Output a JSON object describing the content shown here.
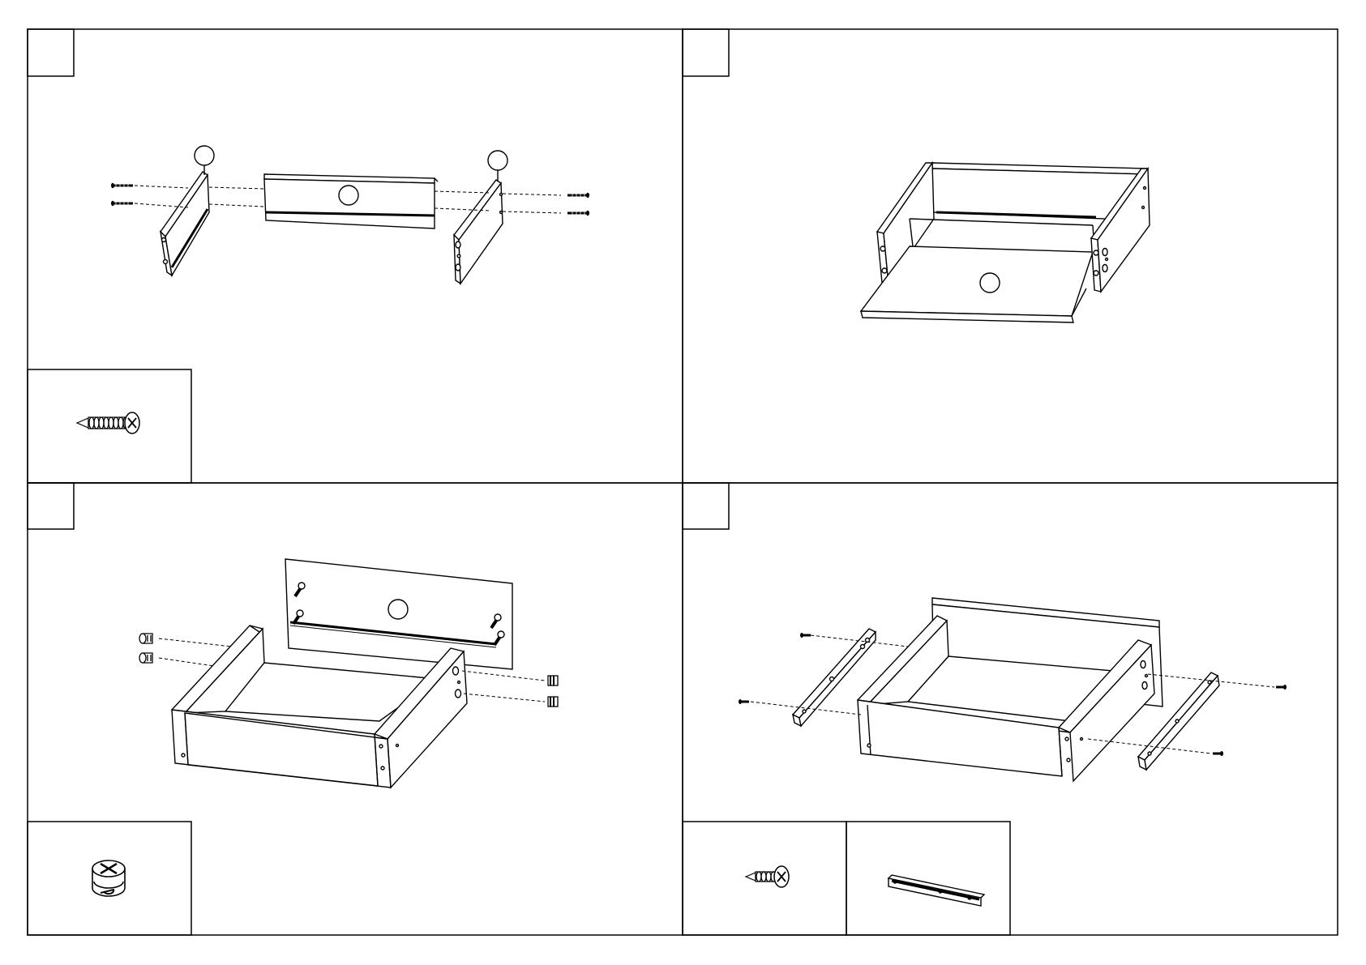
{
  "sheet": {
    "steps": [
      {
        "id": "step-1",
        "number": "",
        "part_labels": [
          "",
          "",
          ""
        ],
        "hardware": [
          "wood-screw"
        ]
      },
      {
        "id": "step-2",
        "number": "",
        "part_labels": [
          ""
        ],
        "hardware": []
      },
      {
        "id": "step-3",
        "number": "",
        "part_labels": [
          ""
        ],
        "hardware": [
          "cam-lock"
        ]
      },
      {
        "id": "step-4",
        "number": "",
        "part_labels": [],
        "hardware": [
          "short-screw",
          "drawer-slide"
        ]
      }
    ],
    "icons": [
      "wood-screw-icon",
      "cam-lock-icon",
      "short-screw-icon",
      "drawer-slide-icon"
    ],
    "colors": {
      "line": "#000000",
      "paper": "#ffffff"
    }
  }
}
